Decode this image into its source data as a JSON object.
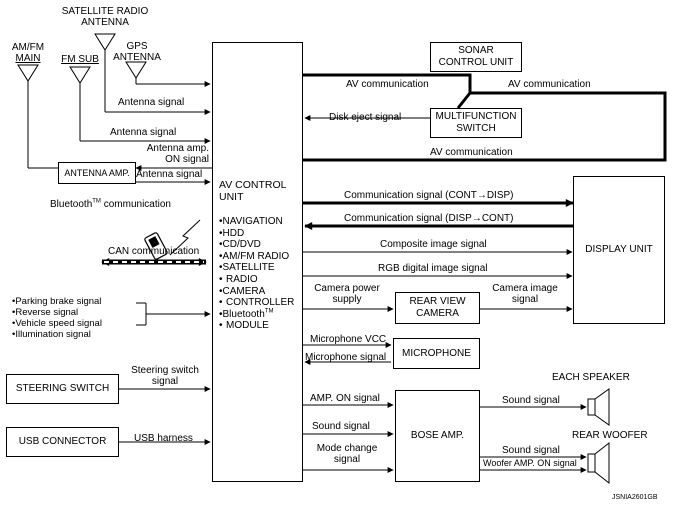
{
  "antennas": {
    "satellite_line1": "SATELLITE RADIO",
    "satellite_line2": "ANTENNA",
    "amfm_line1": "AM/FM",
    "amfm_line2": "MAIN",
    "fm_sub": "FM SUB",
    "gps_line1": "GPS",
    "gps_line2": "ANTENNA"
  },
  "boxes": {
    "antenna_amp": "ANTENNA AMP.",
    "av_control_line1": "AV CONTROL",
    "av_control_line2": "UNIT",
    "sonar_line1": "SONAR",
    "sonar_line2": "CONTROL UNIT",
    "multifunction_line1": "MULTIFUNCTION",
    "multifunction_line2": "SWITCH",
    "display_unit": "DISPLAY UNIT",
    "rear_camera_line1": "REAR VIEW",
    "rear_camera_line2": "CAMERA",
    "microphone": "MICROPHONE",
    "bose_amp": "BOSE AMP.",
    "steering_switch": "STEERING SWITCH",
    "usb_connector": "USB CONNECTOR"
  },
  "av_features": [
    "NAVIGATION",
    "HDD",
    "CD/DVD",
    "AM/FM RADIO",
    "SATELLITE",
    "RADIO",
    "CAMERA",
    "CONTROLLER",
    "Bluetooth",
    "MODULE"
  ],
  "av_feature_tm": "TM",
  "signals": {
    "antenna_signal_1": "Antenna signal",
    "antenna_signal_2": "Antenna signal",
    "antenna_amp_on_line1": "Antenna amp.",
    "antenna_amp_on_line2": "ON signal",
    "antenna_signal_3": "Antenna signal",
    "av_comm_1": "AV communication",
    "av_comm_2": "AV communication",
    "av_comm_3": "AV communication",
    "disk_eject": "Disk eject signal",
    "comm_cont_disp": "Communication signal (CONT→DISP)",
    "comm_disp_cont": "Communication signal (DISP→CONT)",
    "composite_image": "Composite image signal",
    "rgb_digital": "RGB digital image signal",
    "camera_power_line1": "Camera power",
    "camera_power_line2": "supply",
    "camera_image_line1": "Camera image",
    "camera_image_line2": "signal",
    "microphone_vcc": "Microphone VCC",
    "microphone_signal": "Microphone signal",
    "amp_on": "AMP. ON signal",
    "sound_signal_1": "Sound signal",
    "mode_change_line1": "Mode change",
    "mode_change_line2": "signal",
    "sound_signal_2": "Sound signal",
    "sound_signal_3": "Sound signal",
    "woofer_amp_on": "Woofer AMP. ON signal",
    "bluetooth_comm": "Bluetooth",
    "bluetooth_comm_suffix": "communication",
    "bluetooth_tm": "TM",
    "can_comm": "CAN communication",
    "steering_line1": "Steering switch",
    "steering_line2": "signal",
    "usb_harness": "USB harness"
  },
  "vehicle_inputs": [
    "Parking brake signal",
    "Reverse signal",
    "Vehicle speed signal",
    "Illumination signal"
  ],
  "speakers": {
    "each_speaker": "EACH SPEAKER",
    "rear_woofer": "REAR WOOFER"
  },
  "figure_code": "JSNIA2601GB"
}
